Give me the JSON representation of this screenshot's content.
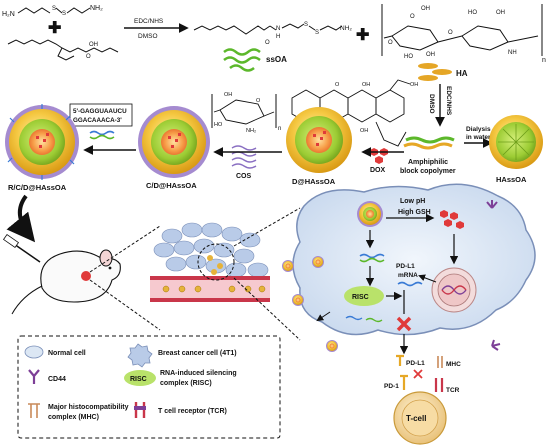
{
  "reaction": {
    "reagent1": "H₂N",
    "reagent1_end": "NH₂",
    "reagent2_acid": "OH",
    "reagent2_o": "O",
    "cond1": "EDC/NHS",
    "cond2": "DMSO",
    "prod_nh": "N",
    "prod_h": "H",
    "prod_o": "O",
    "prod_nh2": "NH₂",
    "ss_label": "ssOA",
    "ha_label": "HA",
    "ha_n": "n",
    "ha_oh": "OH",
    "ha_ho": "HO",
    "ha_o": "O",
    "ha_nh": "NH",
    "ha_cooh": "OH"
  },
  "steps": {
    "edc2": "EDC/NHS",
    "dmso2": "DMSO",
    "dialysis1": "Dialysis",
    "dialysis2": "in water",
    "amph1": "Amphiphilic",
    "amph2": "block copolymer",
    "hassoa": "HAssOA",
    "dox": "DOX",
    "d_hassoa": "D@HAssOA",
    "cos": "COS",
    "cd_hassoa": "C/D@HAssOA",
    "rcd_hassoa": "R/C/D@HAssOA",
    "sirna1": "5'-GAGGUAAUCU",
    "sirna2": "GGACAAACA-3'",
    "chitosan_n": "n",
    "chitosan_oh": "OH",
    "chitosan_ho": "HO",
    "chitosan_nh2": "NH₂",
    "chitosan_o": "O"
  },
  "cell": {
    "low_ph": "Low pH",
    "high_gsh": "High GSH",
    "pdl1_mrna1": "PD-L1",
    "pdl1_mrna2": "mRNA",
    "risc": "RISC",
    "pdl1": "PD-L1",
    "mhc": "MHC",
    "pd1": "PD-1",
    "tcr": "TCR",
    "tcell": "T-cell"
  },
  "legend": {
    "normal_cell": "Normal cell",
    "breast_cancer": "Breast cancer cell (4T1)",
    "cd44": "CD44",
    "risc_badge": "RISC",
    "risc_desc1": "RNA-induced silencing",
    "risc_desc2": "complex (RISC)",
    "mhc1": "Major histocompatibility",
    "mhc2": "complex (MHC)",
    "tcr": "T cell receptor (TCR)"
  },
  "colors": {
    "shell": "#f3c53a",
    "core": "#e85a2a",
    "hydrophobic": "#9ad43a",
    "cell_bg": "#dce7f4",
    "cell_border": "#7a8fb8",
    "risc": "#b9e26a",
    "purple": "#7d3f97",
    "vessel": "#c9364a"
  }
}
